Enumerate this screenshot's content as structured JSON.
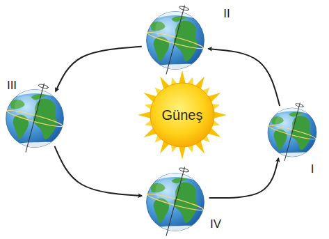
{
  "diagram": {
    "nodes": [
      {
        "text": [
          "II"
        ]
      },
      {
        "text": [
          "III"
        ]
      },
      {
        "text": [
          "Güneş"
        ]
      },
      {
        "text": [
          "I"
        ]
      },
      {
        "text": [
          "IV"
        ]
      }
    ],
    "edges": [
      {
        "from": 3,
        "to": 0,
        "arrow": "to"
      },
      {
        "from": 0,
        "to": 1,
        "arrow": "to"
      },
      {
        "from": 1,
        "to": 4,
        "arrow": "to"
      },
      {
        "from": 4,
        "to": 3,
        "arrow": "to"
      }
    ]
  }
}
